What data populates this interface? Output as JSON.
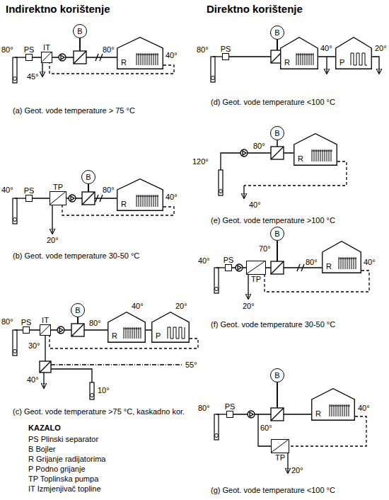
{
  "diagram": {
    "nodes": [
      {
        "text": [
          "PS"
        ]
      },
      {
        "text": [
          "IT"
        ]
      },
      {
        "text": [
          "B"
        ]
      },
      {
        "text": [
          "R"
        ]
      },
      {
        "text": [
          "PS"
        ]
      },
      {
        "text": [
          "TP"
        ]
      },
      {
        "text": [
          "B"
        ]
      },
      {
        "text": [
          "R"
        ]
      },
      {
        "text": [
          "PS"
        ]
      },
      {
        "text": [
          "IT"
        ]
      },
      {
        "text": [
          "B"
        ]
      },
      {
        "text": [
          "R"
        ]
      },
      {
        "text": [
          "P"
        ]
      },
      {
        "text": [
          "PS"
        ]
      },
      {
        "text": [
          "B"
        ]
      },
      {
        "text": [
          "R"
        ]
      },
      {
        "text": [
          "P"
        ]
      },
      {
        "text": [
          "B"
        ]
      },
      {
        "text": [
          "R"
        ]
      },
      {
        "text": [
          "PS"
        ]
      },
      {
        "text": [
          "TP"
        ]
      },
      {
        "text": [
          "B"
        ]
      },
      {
        "text": [
          "R"
        ]
      },
      {
        "text": [
          "PS"
        ]
      },
      {
        "text": [
          "TP"
        ]
      },
      {
        "text": [
          "B"
        ]
      },
      {
        "text": [
          "R"
        ]
      }
    ],
    "edges": [
      {
        "from": 0,
        "to": 1,
        "arrow": "none"
      },
      {
        "from": 1,
        "to": 2,
        "arrow": "none"
      },
      {
        "from": 2,
        "to": 3,
        "arrow": "none"
      },
      {
        "from": 4,
        "to": 5,
        "arrow": "none"
      },
      {
        "from": 5,
        "to": 6,
        "arrow": "none"
      },
      {
        "from": 6,
        "to": 7,
        "arrow": "none"
      },
      {
        "from": 8,
        "to": 9,
        "arrow": "none"
      },
      {
        "from": 9,
        "to": 10,
        "arrow": "none"
      },
      {
        "from": 10,
        "to": 11,
        "arrow": "none"
      },
      {
        "from": 11,
        "to": 12,
        "arrow": "none"
      },
      {
        "from": 13,
        "to": 14,
        "arrow": "none"
      },
      {
        "from": 14,
        "to": 15,
        "arrow": "none"
      },
      {
        "from": 15,
        "to": 16,
        "arrow": "none"
      },
      {
        "from": 17,
        "to": 18,
        "arrow": "none"
      },
      {
        "from": 19,
        "to": 20,
        "arrow": "none"
      },
      {
        "from": 20,
        "to": 21,
        "arrow": "none"
      },
      {
        "from": 21,
        "to": 22,
        "arrow": "none"
      },
      {
        "from": 23,
        "to": 25,
        "arrow": "none"
      },
      {
        "from": 25,
        "to": 26,
        "arrow": "none"
      }
    ],
    "labels": [
      "Indirektno korištenje",
      "Direktno korištenje",
      "80°",
      "45°",
      "80°",
      "40°",
      "(a) Geot. vode temperature > 75 °C",
      "40°",
      "20°",
      "80°",
      "40°",
      "(b) Geot. vode temperature 30-50 °C",
      "80°",
      "80°",
      "40°",
      "20°",
      "30°",
      "40°",
      "55°",
      "10°",
      "(c) Geot. vode temperature >75 °C, kaskadno kor.",
      "KAZALO",
      "80°",
      "40°",
      "20°",
      "(d) Geot. vode temperature <100 °C",
      "120°",
      "80°",
      "40°",
      "(e) Geot. vode temperature >100 °C",
      "40°",
      "70°",
      "20°",
      "80°",
      "40°",
      "(f) Geot. vode temperature 30-50 °C",
      "80°",
      "60°",
      "40°",
      "20°",
      "(g) Geot. vode temperature <100 °C"
    ],
    "legend": [
      {
        "text": "PS Plinski separator"
      },
      {
        "text": "B Bojler"
      },
      {
        "text": "R Grijanje radijatorima"
      },
      {
        "text": "P Podno grijanje"
      },
      {
        "text": "TP Toplinska pumpa"
      },
      {
        "text": "IT Izmjenjivač topline"
      }
    ]
  }
}
